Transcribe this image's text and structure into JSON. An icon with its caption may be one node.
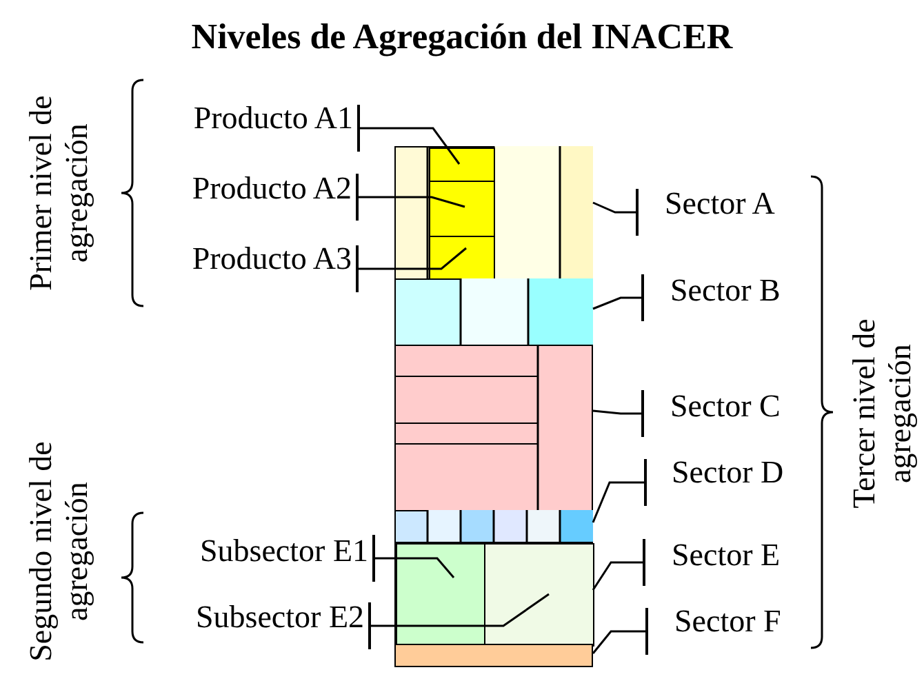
{
  "diagram": {
    "title": "Niveles de Agregación del INACER",
    "nodes": [
      {
        "text": [
          "Producto A1"
        ]
      },
      {
        "text": [
          "Producto A2"
        ]
      },
      {
        "text": [
          "Producto A3"
        ]
      },
      {
        "text": [],
        "shape": "box"
      },
      {
        "text": [],
        "shape": "box",
        "in": 3
      },
      {
        "text": [],
        "shape": "box",
        "in": 3
      },
      {
        "text": [],
        "shape": "box",
        "in": 3
      },
      {
        "text": [
          "Sector A"
        ]
      },
      {
        "text": [],
        "shape": "box"
      },
      {
        "text": [
          "Sector B"
        ]
      },
      {
        "text": [],
        "shape": "box"
      },
      {
        "text": [
          "Sector C"
        ]
      },
      {
        "text": [],
        "shape": "box"
      },
      {
        "text": [
          "Sector D"
        ]
      },
      {
        "text": [
          "Subsector E1"
        ]
      },
      {
        "text": [
          "Subsector E2"
        ]
      },
      {
        "text": [],
        "shape": "box"
      },
      {
        "text": [],
        "shape": "box",
        "in": 16
      },
      {
        "text": [],
        "shape": "box",
        "in": 16
      },
      {
        "text": [
          "Sector E"
        ]
      },
      {
        "text": [],
        "shape": "box"
      },
      {
        "text": [
          "Sector F"
        ]
      }
    ],
    "edges": [
      {
        "from": 0,
        "to": 4,
        "arrow": "other"
      },
      {
        "from": 1,
        "to": 5,
        "arrow": "other"
      },
      {
        "from": 2,
        "to": 6,
        "arrow": "other"
      },
      {
        "from": 7,
        "to": 3,
        "arrow": "other"
      },
      {
        "from": 9,
        "to": 8,
        "arrow": "other"
      },
      {
        "from": 11,
        "to": 10,
        "arrow": "other"
      },
      {
        "from": 13,
        "to": 12,
        "arrow": "other"
      },
      {
        "from": 14,
        "to": 17,
        "arrow": "other"
      },
      {
        "from": 15,
        "to": 18,
        "arrow": "other"
      },
      {
        "from": 19,
        "to": 16,
        "arrow": "other"
      },
      {
        "from": 21,
        "to": 20,
        "arrow": "other"
      }
    ],
    "labels": [
      "Primer nivel de agregación",
      "Segundo nivel de agregación",
      "Tercer nivel de agregación"
    ]
  }
}
